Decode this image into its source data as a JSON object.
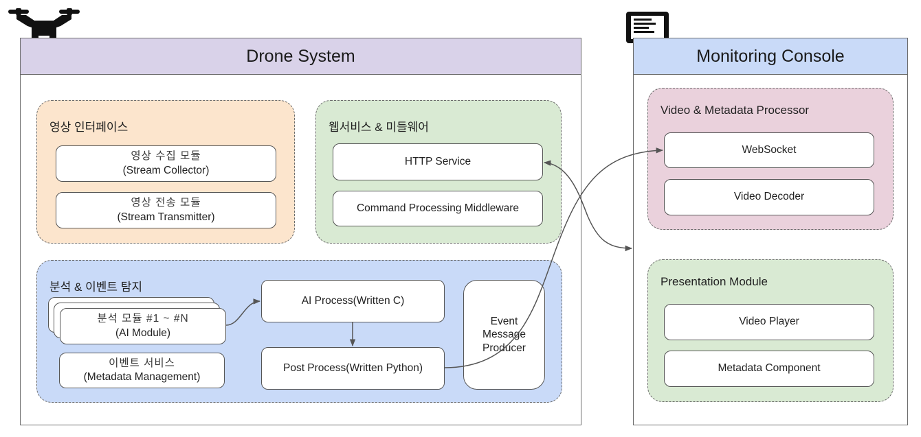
{
  "drone_system": {
    "title": "Drone System",
    "icon": "drone-icon",
    "video_interface": {
      "title": "영상 인터페이스",
      "modules": [
        {
          "line1": "영상 수집 모듈",
          "line2": "(Stream Collector)"
        },
        {
          "line1": "영상 전송 모듈",
          "line2": "(Stream Transmitter)"
        }
      ]
    },
    "web_middleware": {
      "title": "웹서비스 & 미들웨어",
      "modules": [
        {
          "label": "HTTP Service"
        },
        {
          "label": "Command Processing Middleware"
        }
      ]
    },
    "analysis_event": {
      "title": "분석 & 이벤트 탐지",
      "ai_module": {
        "line1": "분석 모듈 #1 ~ #N",
        "line2": "(AI Module)"
      },
      "event_service": {
        "line1": "이벤트 서비스",
        "line2": "(Metadata Management)"
      },
      "ai_process": {
        "label": "AI Process(Written C)"
      },
      "post_process": {
        "label": "Post Process(Written Python)"
      },
      "event_producer": {
        "line1": "Event",
        "line2": "Message",
        "line3": "Producer"
      }
    }
  },
  "monitoring_console": {
    "title": "Monitoring Console",
    "icon": "monitor-icon",
    "video_metadata_processor": {
      "title": "Video & Metadata Processor",
      "modules": [
        {
          "label": "WebSocket"
        },
        {
          "label": "Video Decoder"
        }
      ]
    },
    "presentation_module": {
      "title": "Presentation Module",
      "modules": [
        {
          "label": "Video Player"
        },
        {
          "label": "Metadata Component"
        }
      ]
    }
  },
  "connections": [
    {
      "from": "AI Module",
      "to": "AI Process(Written C)",
      "direction": "one-way"
    },
    {
      "from": "AI Process(Written C)",
      "to": "Post Process(Written Python)",
      "direction": "one-way"
    },
    {
      "from": "Post Process(Written Python)",
      "to": "WebSocket",
      "direction": "one-way"
    },
    {
      "from": "HTTP Service",
      "to": "Monitoring Console",
      "direction": "two-way"
    }
  ],
  "colors": {
    "drone_header": "#d9d2e9",
    "console_header": "#c9daf8",
    "video_interface_bg": "#fce5cd",
    "web_middleware_bg": "#d9ead3",
    "analysis_bg": "#c9daf8",
    "processor_bg": "#ead1dc",
    "presentation_bg": "#d9ead3"
  }
}
